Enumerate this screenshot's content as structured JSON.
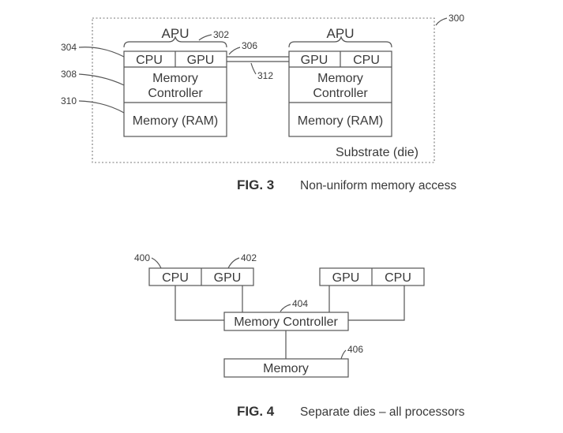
{
  "fig3": {
    "substrate_ref": "300",
    "substrate_label": "Substrate (die)",
    "apu_left": {
      "title": "APU",
      "ref": "302",
      "cpu": "CPU",
      "gpu": "GPU",
      "mem_ctrl_line1": "Memory",
      "mem_ctrl_line2": "Controller",
      "memory": "Memory (RAM)"
    },
    "apu_right": {
      "title": "APU",
      "cpu": "CPU",
      "gpu": "GPU",
      "mem_ctrl_line1": "Memory",
      "mem_ctrl_line2": "Controller",
      "memory": "Memory (RAM)"
    },
    "ref_304": "304",
    "ref_308": "308",
    "ref_310": "310",
    "ref_306": "306",
    "ref_312": "312",
    "fig_label": "FIG. 3",
    "caption": "Non-uniform memory access"
  },
  "fig4": {
    "ref_400": "400",
    "ref_402": "402",
    "ref_404": "404",
    "ref_406": "406",
    "left_cpu": "CPU",
    "left_gpu": "GPU",
    "right_gpu": "GPU",
    "right_cpu": "CPU",
    "mem_ctrl": "Memory Controller",
    "memory": "Memory",
    "fig_label": "FIG. 4",
    "caption": "Separate dies – all processors"
  }
}
